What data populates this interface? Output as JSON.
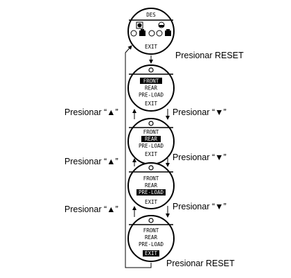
{
  "screens": {
    "top": {
      "title": "DES",
      "exit": "EXIT"
    },
    "options": [
      {
        "line1": "FRONT",
        "line2": "REAR",
        "line3": "PRE-LOAD",
        "exit": "EXIT",
        "selected": 1
      },
      {
        "line1": "FRONT",
        "line2": "REAR",
        "line3": "PRE-LOAD",
        "exit": "EXIT",
        "selected": 2
      },
      {
        "line1": "FRONT",
        "line2": "REAR",
        "line3": "PRE-LOAD",
        "exit": "EXIT",
        "selected": 3
      },
      {
        "line1": "FRONT",
        "line2": "REAR",
        "line3": "PRE-LOAD",
        "exit": "EXIT",
        "selected": 4
      }
    ]
  },
  "labels": {
    "reset_top": "Presionar RESET",
    "reset_bottom": "Presionar RESET",
    "up_1": "Presionar “▲”",
    "up_2": "Presionar “▲”",
    "up_3": "Presionar “▲”",
    "down_1": "Presionar “▼”",
    "down_2": "Presionar “▼”",
    "down_3": "Presionar “▼”"
  },
  "colors": {
    "ink": "#000000",
    "screen_bg": "#ffffff"
  }
}
